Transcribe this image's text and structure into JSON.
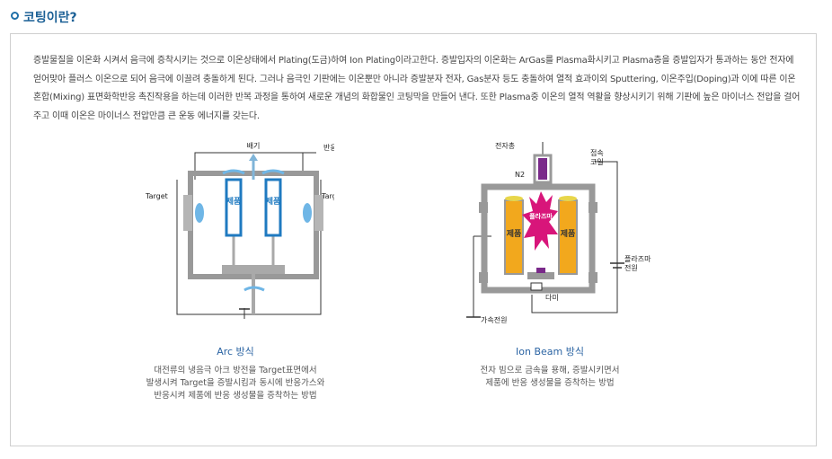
{
  "page": {
    "title": "코팅이란?",
    "paragraph": "증발물질을 이온화 시켜서 음극에 증착시키는 것으로 이온상태에서 Plating(도금)하여 Ion Plating이라고한다. 증발입자의 이온화는 ArGas를 Plasma화시키고 Plasma층을 증발입자가 통과하는 동안 전자에 얻어맞아 플러스 이온으로 되어 음극에 이끌려 충돌하게 된다. 그러나 음극인 기판에는 이온뿐만 아니라 증발분자 전자, Gas분자 등도 충돌하여 열적 효과이외 Sputtering, 이온주입(Doping)과 이에 따른 이온혼합(Mixing) 표면화학반응 촉진작용을 하는데 이러한 반복 과정을 통하여 새로운 개념의 화합물인 코팅막을 만들어 낸다. 또한 Plasma중 이온의 열적 역활을 향상시키기 위해 기판에 높은 마이너스 전압을 걸어주고 이때 이온은 마이너스 전압만큼 큰 운동 에너지를 갖는다."
  },
  "arc": {
    "title": "Arc 방식",
    "line1": "대전류의 냉음극 아크 방전을 Target표면에서",
    "line2": "발생시켜 Target을 증발시킴과 동시에 반응가스와",
    "line3": "반응시켜 제품에 반응 생성물을 증착하는 방법",
    "labels": {
      "exhaust": "배기",
      "reaction_gas": "반응가스",
      "target_left": "Target",
      "target_right": "Target",
      "product_left": "제품",
      "product_right": "제품"
    }
  },
  "ion": {
    "title": "Ion Beam 방식",
    "line1": "전자 빔으로 금속을 용해, 증발시키면서",
    "line2": "제품에 반응 생성물을 증착하는 방법",
    "labels": {
      "electron_gun": "전자총",
      "n2": "N2",
      "coil_line1": "접속",
      "coil_line2": "코일",
      "plasma": "플라즈마",
      "product_left": "제품",
      "product_right": "제품",
      "plasma_power_line1": "플라즈마",
      "plasma_power_line2": "전원",
      "dummy": "다미",
      "accel_power": "가속전원"
    }
  },
  "colors": {
    "title": "#1a5f95",
    "caption_title": "#2b64a3",
    "product_arc": "#1f7ac0",
    "product_ion": "#f2a81d",
    "plasma": "#d8157a",
    "target": "#6fb6e6",
    "chamber": "#a9a9a9"
  }
}
